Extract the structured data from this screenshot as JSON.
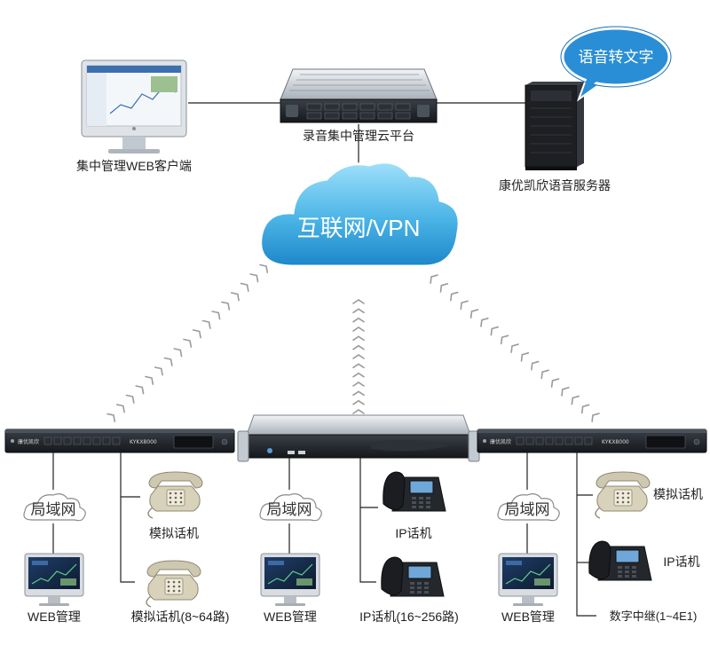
{
  "title": "",
  "nodes": {
    "web_client": {
      "label": "集中管理WEB客户端",
      "icon": "monitor-icon"
    },
    "cloud_platform": {
      "label": "录音集中管理云平台",
      "icon": "rack-server-icon"
    },
    "voice_server": {
      "label": "康优凯欣语音服务器",
      "icon": "tower-server-icon"
    },
    "speech_bubble": {
      "label": "语音转文字"
    },
    "internet": {
      "label": "互联网/VPN",
      "icon": "cloud-icon"
    }
  },
  "sites": [
    {
      "device": {
        "icon": "recorder-1u-icon",
        "brand": "康优凯欣",
        "model": "KYKX8000"
      },
      "lan": "局域网",
      "web": "WEB管理",
      "phone_top": "模拟话机",
      "phone_bottom": "模拟话机(8~64路)"
    },
    {
      "device": {
        "icon": "server-1u-icon"
      },
      "lan": "局域网",
      "web": "WEB管理",
      "phone_top": "IP话机",
      "phone_bottom": "IP话机(16~256路)"
    },
    {
      "device": {
        "icon": "recorder-1u-icon",
        "brand": "康优凯欣",
        "model": "KYKX8000"
      },
      "lan": "局域网",
      "web": "WEB管理",
      "phone_top": "模拟话机",
      "phone_mid": "IP话机",
      "trunk": "数字中继(1~4E1)"
    }
  ],
  "colors": {
    "cloud": "#4ab4e6",
    "bubble": "#2a8ed6",
    "device": "#1c1f24",
    "wire": "#222222",
    "signal": "#9a9a9a"
  }
}
